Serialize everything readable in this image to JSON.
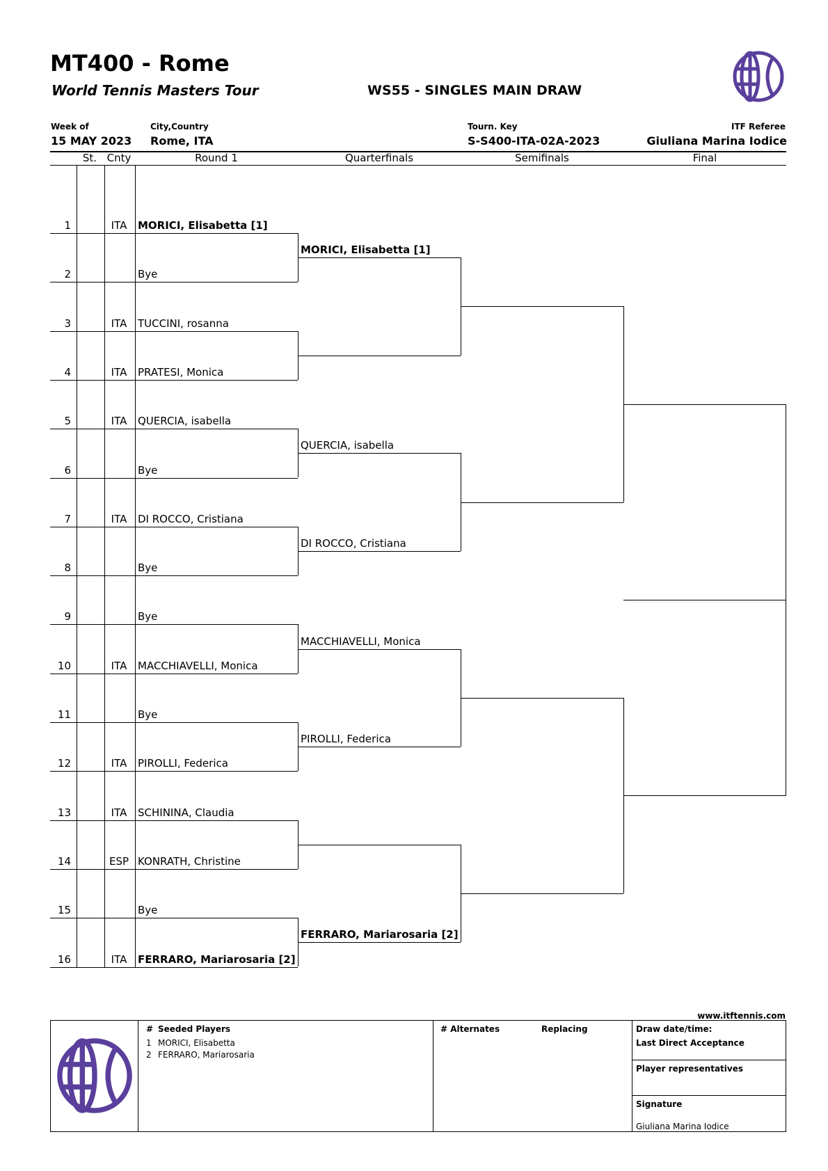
{
  "header": {
    "title": "MT400 - Rome",
    "subtitle": "World Tennis Masters Tour",
    "event": "WS55 - SINGLES MAIN DRAW",
    "week_label": "Week of",
    "week_value": "15 MAY 2023",
    "city_label": "City,Country",
    "city_value": "Rome, ITA",
    "key_label": "Tourn. Key",
    "key_value": "S-S400-ITA-02A-2023",
    "referee_label": "ITF Referee",
    "referee_value": "Giuliana Marina Iodice"
  },
  "columns": {
    "st": "St.",
    "cnty": "Cnty",
    "round1": "Round 1",
    "qf": "Quarterfinals",
    "sf": "Semifinals",
    "final": "Final"
  },
  "draw": {
    "round1": [
      {
        "num": "1",
        "cnty": "ITA",
        "name": "MORICI, Elisabetta [1]",
        "bold": true
      },
      {
        "num": "2",
        "cnty": "",
        "name": "Bye",
        "bold": false
      },
      {
        "num": "3",
        "cnty": "ITA",
        "name": "TUCCINI, rosanna",
        "bold": false
      },
      {
        "num": "4",
        "cnty": "ITA",
        "name": "PRATESI, Monica",
        "bold": false
      },
      {
        "num": "5",
        "cnty": "ITA",
        "name": "QUERCIA, isabella",
        "bold": false
      },
      {
        "num": "6",
        "cnty": "",
        "name": "Bye",
        "bold": false
      },
      {
        "num": "7",
        "cnty": "ITA",
        "name": "DI ROCCO, Cristiana",
        "bold": false
      },
      {
        "num": "8",
        "cnty": "",
        "name": "Bye",
        "bold": false
      },
      {
        "num": "9",
        "cnty": "",
        "name": "Bye",
        "bold": false
      },
      {
        "num": "10",
        "cnty": "ITA",
        "name": "MACCHIAVELLI, Monica",
        "bold": false
      },
      {
        "num": "11",
        "cnty": "",
        "name": "Bye",
        "bold": false
      },
      {
        "num": "12",
        "cnty": "ITA",
        "name": "PIROLLI, Federica",
        "bold": false
      },
      {
        "num": "13",
        "cnty": "ITA",
        "name": "SCHININA, Claudia",
        "bold": false
      },
      {
        "num": "14",
        "cnty": "ESP",
        "name": "KONRATH, Christine",
        "bold": false
      },
      {
        "num": "15",
        "cnty": "",
        "name": "Bye",
        "bold": false
      },
      {
        "num": "16",
        "cnty": "ITA",
        "name": "FERRARO, Mariarosaria [2]",
        "bold": true
      }
    ],
    "quarterfinals": [
      {
        "name": "MORICI, Elisabetta [1]",
        "bold": true
      },
      {
        "name": "",
        "bold": false
      },
      {
        "name": "QUERCIA, isabella",
        "bold": false
      },
      {
        "name": "DI ROCCO, Cristiana",
        "bold": false
      },
      {
        "name": "MACCHIAVELLI, Monica",
        "bold": false
      },
      {
        "name": "PIROLLI, Federica",
        "bold": false
      },
      {
        "name": "",
        "bold": false
      },
      {
        "name": "FERRARO, Mariarosaria [2]",
        "bold": true
      }
    ]
  },
  "footer": {
    "website": "www.itftennis.com",
    "seeded_hash": "#",
    "seeded_label": "Seeded Players",
    "seeds": [
      {
        "num": "1",
        "name": "MORICI, Elisabetta"
      },
      {
        "num": "2",
        "name": "FERRARO, Mariarosaria"
      }
    ],
    "alternates_label": "# Alternates",
    "replacing_label": "Replacing",
    "draw_date_label": "Draw date/time:",
    "lda_label": "Last Direct Acceptance",
    "reps_label": "Player representatives",
    "signature_label": "Signature",
    "signature_name": "Giuliana Marina Iodice"
  },
  "colors": {
    "logo": "#5a3f9c",
    "lines": "#000000"
  },
  "icons": {
    "logo": "itf-globe-ball-logo"
  }
}
